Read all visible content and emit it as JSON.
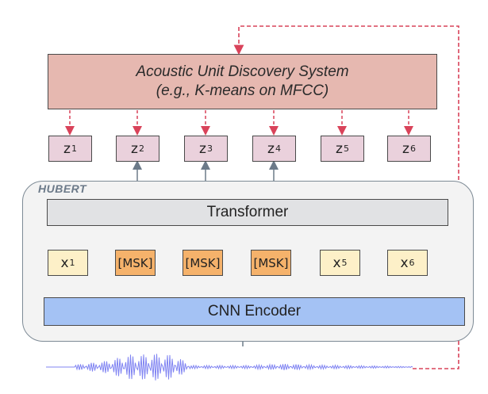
{
  "diagram": {
    "discovery_system": {
      "line1": "Acoustic Unit Discovery System",
      "line2": "(e.g., K-means on MFCC)"
    },
    "targets": [
      {
        "base": "z",
        "sub": "1"
      },
      {
        "base": "z",
        "sub": "2"
      },
      {
        "base": "z",
        "sub": "3"
      },
      {
        "base": "z",
        "sub": "4"
      },
      {
        "base": "z",
        "sub": "5"
      },
      {
        "base": "z",
        "sub": "6"
      }
    ],
    "model_label": "HUBERT",
    "transformer_label": "Transformer",
    "inputs": [
      {
        "type": "feature",
        "base": "x",
        "sub": "1"
      },
      {
        "type": "mask",
        "label": "[MSK]"
      },
      {
        "type": "mask",
        "label": "[MSK]"
      },
      {
        "type": "mask",
        "label": "[MSK]"
      },
      {
        "type": "feature",
        "base": "x",
        "sub": "5"
      },
      {
        "type": "feature",
        "base": "x",
        "sub": "6"
      }
    ],
    "encoder_label": "CNN Encoder",
    "input_signal": "speech waveform",
    "colors": {
      "discovery_box": "#e6b8b0",
      "target_box": "#ead1dc",
      "transformer_box": "#e1e2e4",
      "feature_box": "#fdf0c8",
      "mask_box": "#f5b26b",
      "encoder_box": "#a4c2f4",
      "waveform": "#6a6ef0",
      "dashed_arrow": "#d9435a",
      "solid_arrow": "#6c7a89"
    }
  }
}
